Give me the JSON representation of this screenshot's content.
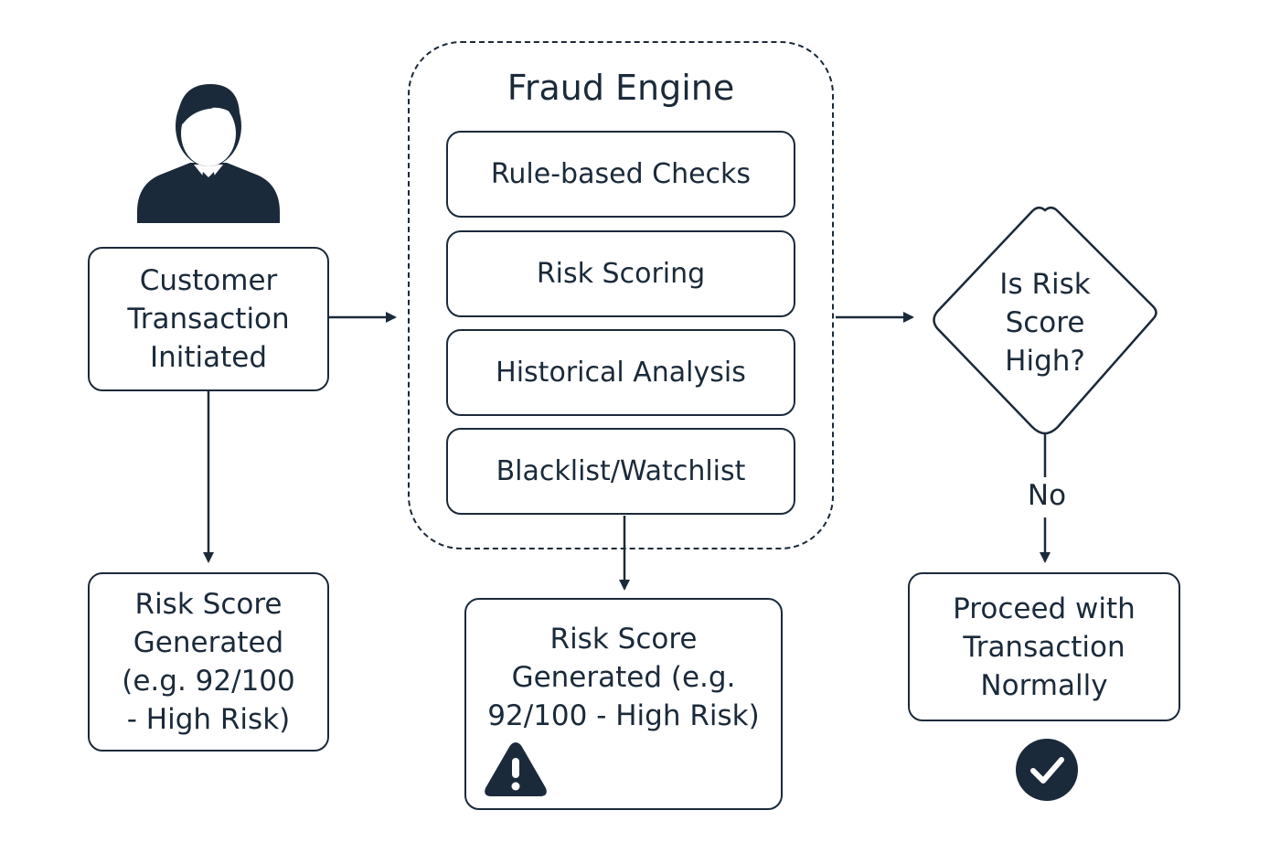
{
  "customer_node": {
    "label": "Customer\nTransaction\nInitiated",
    "icon": "person-icon"
  },
  "left_result": {
    "label": "Risk Score\nGenerated\n(e.g. 92/100\n- High Risk)"
  },
  "fraud_engine": {
    "title": "Fraud Engine",
    "steps": [
      {
        "label": "Rule-based Checks"
      },
      {
        "label": "Risk Scoring"
      },
      {
        "label": "Historical Analysis"
      },
      {
        "label": "Blacklist/Watchlist"
      }
    ]
  },
  "center_result": {
    "label": "Risk Score\nGenerated (e.g.\n92/100 - High Risk)",
    "icon": "warning-icon"
  },
  "decision": {
    "label": "Is Risk\nScore\nHigh?",
    "no_label": "No"
  },
  "proceed_node": {
    "label": "Proceed with\nTransaction\nNormally",
    "icon": "checkmark-icon"
  },
  "colors": {
    "stroke": "#1b2a3a",
    "icon_fill": "#1b2a3a",
    "background": "#ffffff"
  }
}
